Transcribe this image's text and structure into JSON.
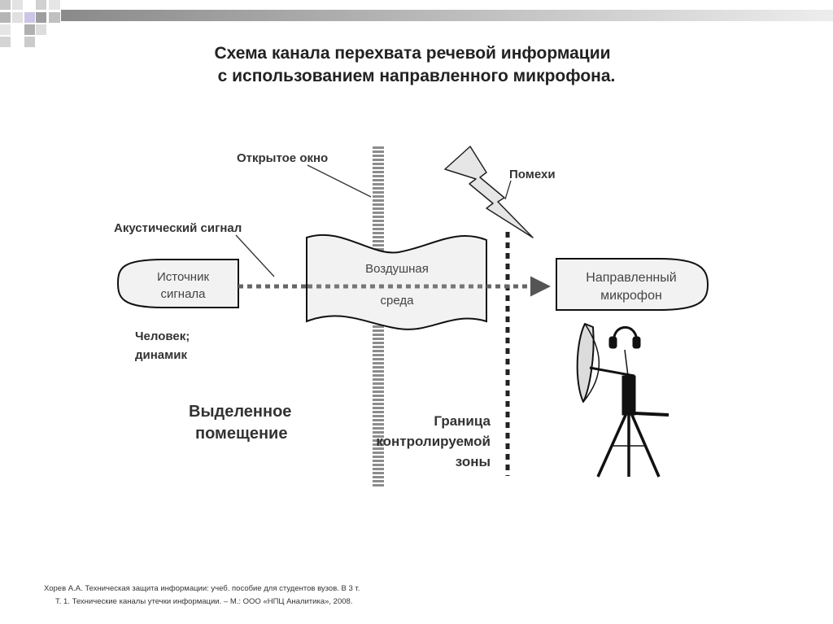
{
  "title": {
    "line1": "Схема канала перехвата речевой информации",
    "line2": "с использованием направленного микрофона."
  },
  "labels": {
    "open_window": "Открытое окно",
    "interference": "Помехи",
    "acoustic_signal": "Акустический сигнал",
    "source_line1": "Источник",
    "source_line2": "сигнала",
    "air_line1": "Воздушная",
    "air_line2": "среда",
    "mic_line1": "Направленный",
    "mic_line2": "микрофон",
    "person_line1": "Человек;",
    "person_line2": "динамик",
    "room_line1": "Выделенное",
    "room_line2": "помещение",
    "border_line1": "Граница",
    "border_line2": "контролируемой",
    "border_line3": "зоны"
  },
  "citation": {
    "line1": "Хорев А.А.  Техническая  защита информации: учеб. пособие для студентов вузов. В 3 т.",
    "line2": "Т. 1. Технические каналы утечки информации.  – М.: ООО «НПЦ Аналитика», 2008."
  },
  "colors": {
    "decor_gray": "#b8b8b8",
    "decor_light": "#d8d8d8",
    "decor_purple": "#cfc7e8",
    "shape_fill": "#f2f2f2",
    "stroke": "#111111"
  },
  "icons": [
    "lightning-icon",
    "parabolic-microphone-icon",
    "headphones-icon",
    "tripod-icon"
  ]
}
